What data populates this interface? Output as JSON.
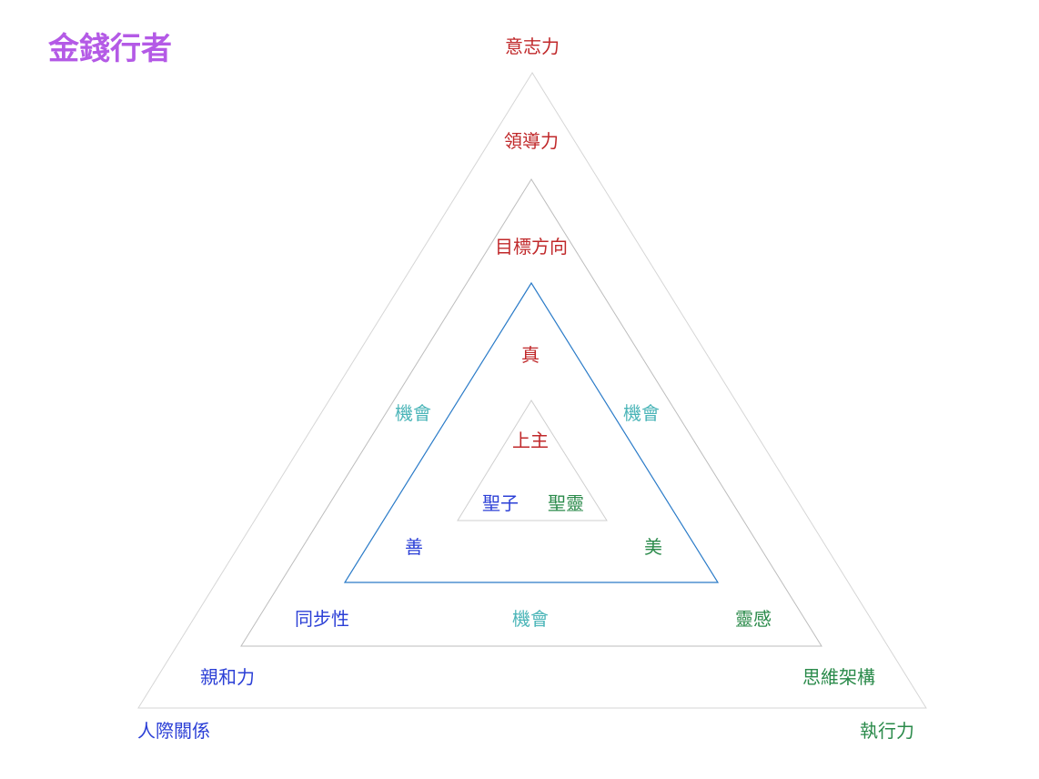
{
  "title": "金錢行者",
  "colors": {
    "red": "#c0282a",
    "blue": "#2b3fd6",
    "green": "#2a8a4a",
    "teal": "#4bb5b8",
    "title": "#b45ae6",
    "blue_line": "#2a7bc8",
    "gray_line": "#cccccc"
  },
  "labels": {
    "willpower": "意志力",
    "leadership": "領導力",
    "goal_direction": "目標方向",
    "truth": "真",
    "opportunity_left": "機會",
    "opportunity_right": "機會",
    "lord": "上主",
    "son": "聖子",
    "holy_spirit": "聖靈",
    "goodness": "善",
    "beauty": "美",
    "synchronicity": "同步性",
    "opportunity_bottom": "機會",
    "inspiration": "靈感",
    "affinity": "親和力",
    "thinking_framework": "思維架構",
    "relationships": "人際關係",
    "execution": "執行力"
  }
}
